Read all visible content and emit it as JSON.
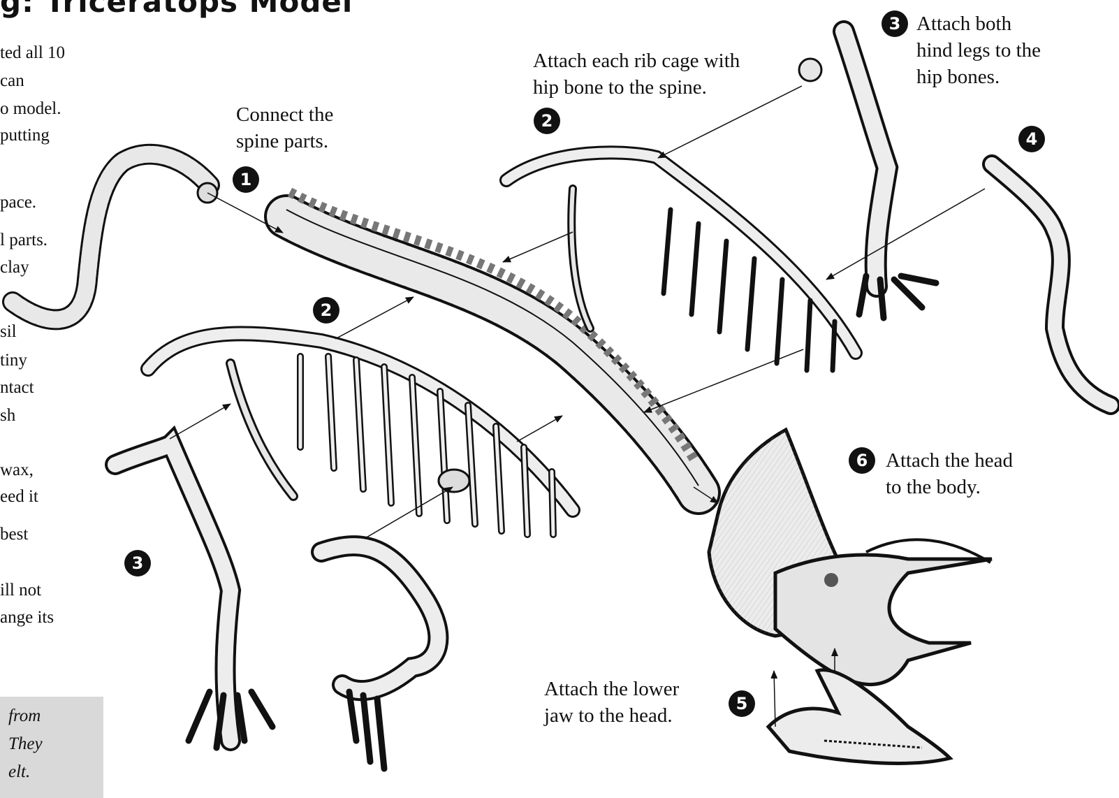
{
  "title": "g: Triceratops Model",
  "sidebar_fragments": [
    "ted all 10",
    "can",
    "o model.",
    "putting",
    "pace.",
    "l parts.",
    "clay",
    "sil",
    "tiny",
    "ntact",
    "sh",
    "wax,",
    "eed it",
    "best",
    "ill not",
    "ange its"
  ],
  "note_fragments": [
    "from",
    "They",
    "elt."
  ],
  "steps": {
    "s1": {
      "number": "1",
      "lines": [
        "Connect the",
        "spine parts."
      ]
    },
    "s2": {
      "number": "2",
      "lines": [
        "Attach each rib cage with",
        "hip bone to the spine."
      ]
    },
    "s3": {
      "number": "3",
      "lines": [
        "Attach both",
        "hind legs to the",
        "hip bones."
      ]
    },
    "s4": {
      "number": "4"
    },
    "s5": {
      "number": "5",
      "lines": [
        "Attach the lower",
        "jaw to the head."
      ]
    },
    "s6": {
      "number": "6",
      "lines": [
        "Attach the head",
        "to the body."
      ]
    }
  },
  "extra_markers": {
    "m2b": "2",
    "m3b": "3"
  },
  "colors": {
    "ink": "#111111",
    "bone": "#ececec",
    "shadow": "#bdbdbd",
    "note_bg": "#d9d9d9"
  }
}
